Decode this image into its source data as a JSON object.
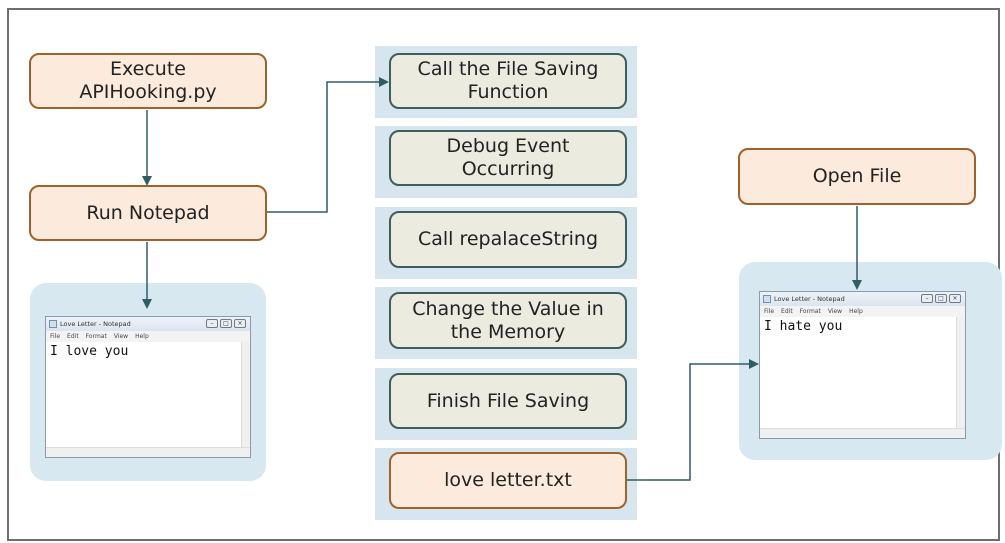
{
  "boxes": {
    "execute": "Execute\nAPIHooking.py",
    "run_notepad": "Run Notepad",
    "open_file": "Open File",
    "call_saving": "Call the File Saving\nFunction",
    "debug_event": "Debug Event\nOccurring",
    "call_replace": "Call repalaceString",
    "change_value": "Change the Value in\nthe Memory",
    "finish_saving": "Finish File Saving",
    "love_letter_file": "love letter.txt"
  },
  "notepad_left": {
    "title": "Love Letter - Notepad",
    "menu": [
      "File",
      "Edit",
      "Format",
      "View",
      "Help"
    ],
    "content": "I love you"
  },
  "notepad_right": {
    "title": "Love Letter - Notepad",
    "menu": [
      "File",
      "Edit",
      "Format",
      "View",
      "Help"
    ],
    "content": "I hate you"
  },
  "colors": {
    "orange_fill": "#fcebdc",
    "orange_border": "#a0622c",
    "beige_fill": "#ecebe0",
    "beige_border": "#3d5e5c",
    "arrow": "#2f5d63",
    "band": "#d7e6ee"
  }
}
